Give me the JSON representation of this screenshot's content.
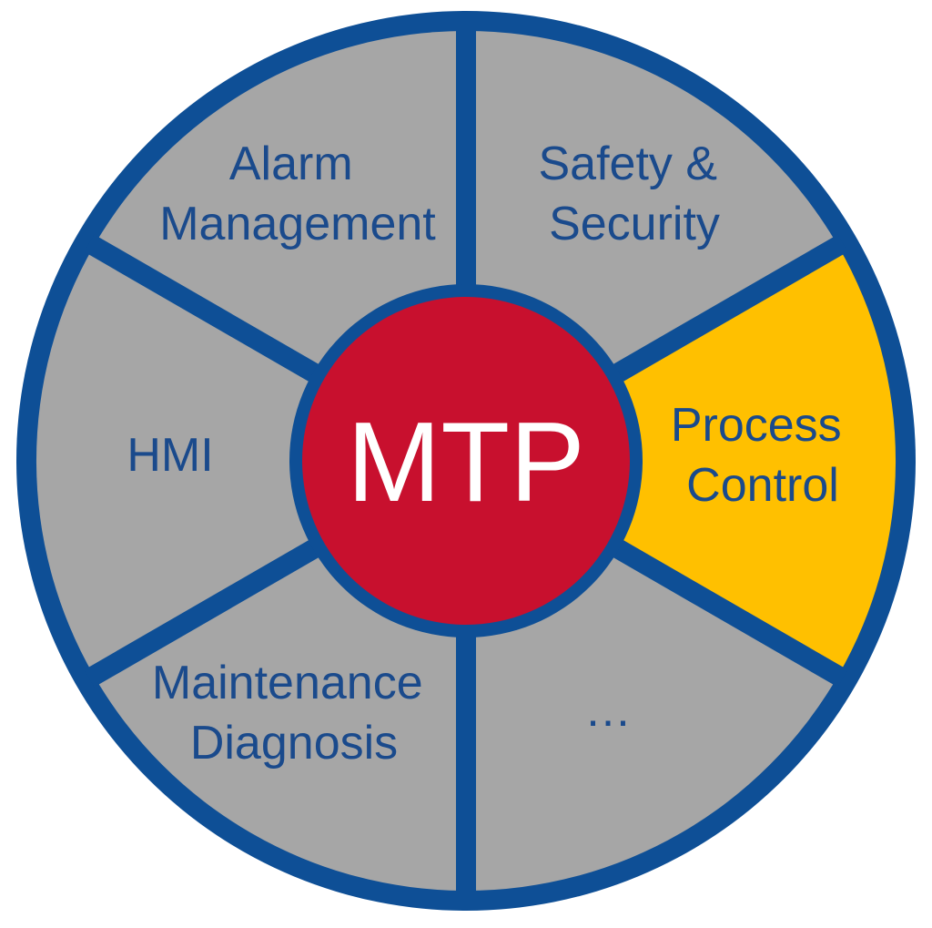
{
  "center": {
    "label": "MTP"
  },
  "segments": [
    {
      "id": "alarm",
      "lines": [
        "Alarm",
        "Management"
      ],
      "fill": "#a6a6a6"
    },
    {
      "id": "safety",
      "lines": [
        "Safety &",
        "Security"
      ],
      "fill": "#a6a6a6"
    },
    {
      "id": "process",
      "lines": [
        "Process",
        "Control"
      ],
      "fill": "#ffc000"
    },
    {
      "id": "more",
      "lines": [
        "…"
      ],
      "fill": "#a6a6a6"
    },
    {
      "id": "maintenance",
      "lines": [
        "Maintenance",
        "Diagnosis"
      ],
      "fill": "#a6a6a6"
    },
    {
      "id": "hmi",
      "lines": [
        "HMI"
      ],
      "fill": "#a6a6a6"
    }
  ],
  "colors": {
    "outline": "#0e4f96",
    "text": "#1a4a8c",
    "center_fill": "#c8102e",
    "center_text": "#ffffff",
    "segment_default": "#a6a6a6",
    "segment_highlight": "#ffc000"
  }
}
